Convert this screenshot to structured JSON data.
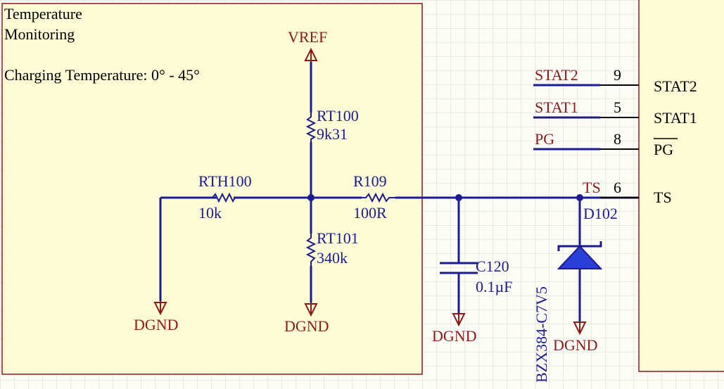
{
  "colors": {
    "wire": "#1c1c8c",
    "power": "#8b1a1a",
    "sheet_fill": "#fefcd6",
    "sheet_border": "#8b1a1a",
    "ic_fill": "#fefcd6",
    "diode_fill": "#2a3fd8",
    "background": "#fdfdf7"
  },
  "sheet": {
    "title_line1": "Temperature",
    "title_line2": "Monitoring",
    "note": "Charging Temperature: 0° - 45°"
  },
  "power": {
    "vref": "VREF",
    "dgnd": "DGND"
  },
  "components": {
    "rt100": {
      "ref": "RT100",
      "value": "9k31",
      "icon": "resistor-zigzag"
    },
    "rt101": {
      "ref": "RT101",
      "value": "340k",
      "icon": "resistor-zigzag"
    },
    "rth100": {
      "ref": "RTH100",
      "value": "10k",
      "icon": "thermistor-zigzag"
    },
    "r109": {
      "ref": "R109",
      "value": "100R",
      "icon": "resistor-zigzag"
    },
    "c120": {
      "ref": "C120",
      "value": "0.1µF",
      "icon": "capacitor"
    },
    "d102": {
      "ref": "D102",
      "value": "BZX384-C7V5",
      "icon": "zener-diode"
    }
  },
  "ic_pins": [
    {
      "net": "STAT2",
      "number": "9",
      "name": "STAT2",
      "overbar": false
    },
    {
      "net": "STAT1",
      "number": "5",
      "name": "STAT1",
      "overbar": false
    },
    {
      "net": "PG",
      "number": "8",
      "name": "PG",
      "overbar": true
    },
    {
      "net": "TS",
      "number": "6",
      "name": "TS",
      "overbar": false
    }
  ]
}
